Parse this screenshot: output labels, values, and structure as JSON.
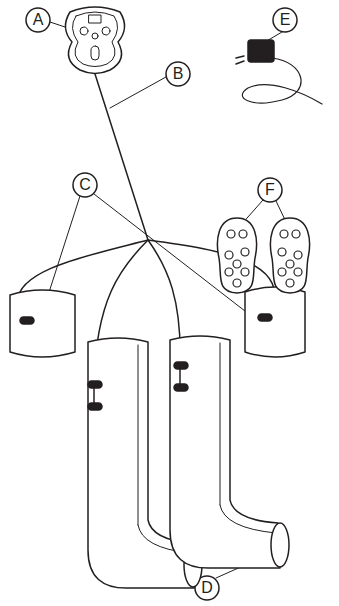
{
  "diagram": {
    "labels": [
      "A",
      "E",
      "B",
      "C",
      "F",
      "D"
    ]
  }
}
